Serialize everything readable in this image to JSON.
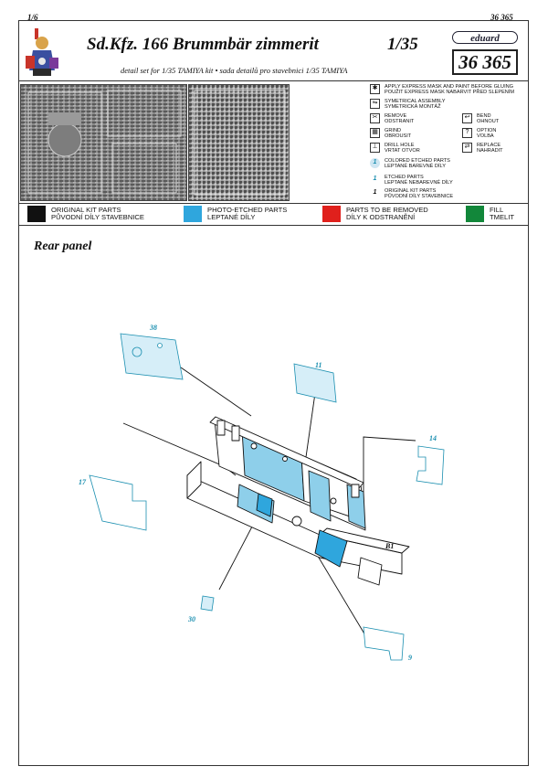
{
  "header": {
    "page_left": "1/6",
    "page_right": "36 365",
    "title": "Sd.Kfz. 166 Brummbär zimmerit",
    "scale": "1/35",
    "subtitle": "detail set for 1/35  TAMIYA  kit • sada detailů pro stavebnici 1/35  TAMIYA",
    "brand": "eduard",
    "catalog_number": "36 365"
  },
  "symbols": [
    {
      "icon": "mask-paint-icon",
      "text1": "APPLY EXPRESS MASK AND PAINT BEFORE GLUING",
      "text2": "POUŽIT EXPRESS MASK NABARVIT PŘED SLEPENÍM"
    },
    {
      "icon": "symmetrical-icon",
      "text1": "SYMETRICAL ASSEMBLY",
      "text2": "SYMETRICKÁ MONTÁŽ"
    },
    {
      "icon": "remove-icon",
      "text1": "REMOVE",
      "text2": "ODSTRANIT"
    },
    {
      "icon": "grind-icon",
      "text1": "GRIND",
      "text2": "OBROUSIT"
    },
    {
      "icon": "drill-icon",
      "text1": "DRILL HOLE",
      "text2": "VRTAT OTVOR"
    },
    {
      "icon": "colored-etched-icon",
      "text1": "COLORED ETCHED PARTS",
      "text2": "LEPTANÉ BAREVNÉ DÍLY"
    },
    {
      "icon": "etched-icon",
      "text1": "ETCHED PARTS",
      "text2": "LEPTANÉ NEBAREVNÉ DÍLY"
    },
    {
      "icon": "original-icon",
      "text1": "ORIGINAL KIT PARTS",
      "text2": "PŮVODNÍ DÍLY STAVEBNICE"
    }
  ],
  "symbols_right": [
    {
      "icon": "bend-icon",
      "text1": "BEND",
      "text2": "OHNOUT"
    },
    {
      "icon": "option-icon",
      "text1": "OPTION",
      "text2": "VOLBA"
    },
    {
      "icon": "replace-icon",
      "text1": "REPLACE",
      "text2": "NAHRADIT"
    }
  ],
  "color_legend": [
    {
      "color": "#111111",
      "text1": "ORIGINAL KIT PARTS",
      "text2": "PŮVODNÍ DÍLY STAVEBNICE"
    },
    {
      "color": "#2fa6dd",
      "text1": "PHOTO-ETCHED PARTS",
      "text2": "LEPTANÉ DÍLY"
    },
    {
      "color": "#e0201c",
      "text1": "PARTS TO BE REMOVED",
      "text2": "DÍLY K ODSTRANĚNÍ"
    },
    {
      "color": "#12873a",
      "text1": "FILL",
      "text2": "TMELIT"
    }
  ],
  "section_title": "Rear panel",
  "part_numbers": [
    "38",
    "11",
    "14",
    "17",
    "B1",
    "30",
    "9"
  ]
}
